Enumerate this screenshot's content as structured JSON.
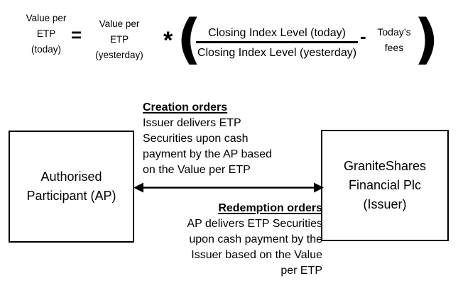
{
  "colors": {
    "text": "#000000",
    "background": "#ffffff",
    "border": "#000000"
  },
  "formula": {
    "lhs_lines": [
      "Value per",
      "ETP",
      "(today)"
    ],
    "equals": "=",
    "rhs_value_lines": [
      "Value per",
      "ETP",
      "(yesterday)"
    ],
    "multiply": "*",
    "open_paren": "(",
    "fraction": {
      "numerator": "Closing Index Level (today)",
      "denominator": "Closing Index Level (yesterday)"
    },
    "minus": "-",
    "fees_lines": [
      "Today’s",
      "fees"
    ],
    "close_paren": ")"
  },
  "diagram": {
    "left_box_lines": [
      "Authorised",
      "Participant (AP)"
    ],
    "right_box_lines": [
      "GraniteShares",
      "Financial Plc",
      "(Issuer)"
    ],
    "creation": {
      "title": "Creation orders",
      "body_lines": [
        "Issuer delivers ETP",
        "Securities upon cash",
        "payment by the AP based",
        "on the Value per ETP"
      ]
    },
    "redemption": {
      "title": "Redemption orders",
      "body_lines": [
        "AP delivers ETP Securities",
        "upon cash payment by the",
        "Issuer based on the Value",
        "per ETP"
      ]
    }
  }
}
